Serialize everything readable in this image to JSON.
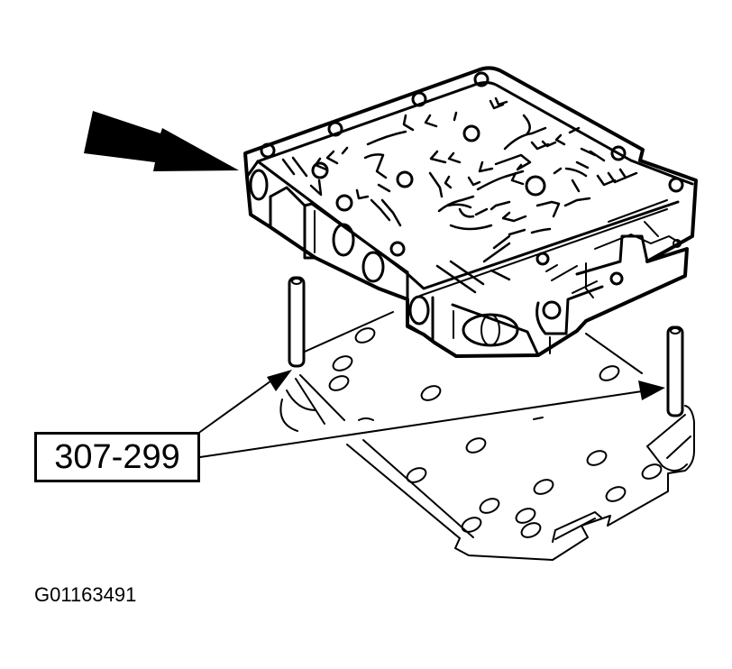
{
  "diagram": {
    "subject": "Transmission valve body and separator plate with alignment pins",
    "callout": {
      "label": "307-299",
      "targets": [
        "left-alignment-pin",
        "right-alignment-pin"
      ]
    },
    "figure_id": "G01163491",
    "indicator_arrow": {
      "direction": "points-to-valve-body-left-end"
    },
    "colors": {
      "ink": "#000000",
      "background": "#ffffff"
    }
  }
}
